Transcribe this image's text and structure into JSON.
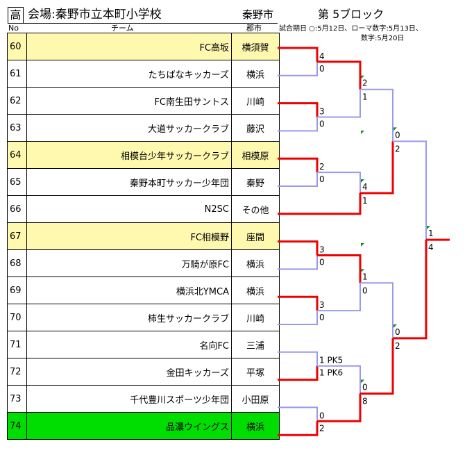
{
  "header": {
    "category": "高",
    "venue": "会場:秦野市立本町小学校",
    "city": "秦野市",
    "block": "第 5ブロック"
  },
  "columns": {
    "no": "No",
    "team": "チーム",
    "prefecture": "郡市"
  },
  "schedule_note": {
    "line1": "試合期日 ○:5月12日、ローマ数字:5月13日、",
    "line2": "数字:5月20日"
  },
  "colors": {
    "yellow_row": "#fff9b0",
    "green_row": "#00dd00",
    "winner_line": "#ee0000",
    "loser_line": "#9999ee"
  },
  "teams": [
    {
      "no": "60",
      "name": "FC高坂",
      "pref": "横須賀",
      "highlight": "yellow"
    },
    {
      "no": "61",
      "name": "たちばなキッカーズ",
      "pref": "横浜",
      "highlight": ""
    },
    {
      "no": "62",
      "name": "FC南生田サントス",
      "pref": "川崎",
      "highlight": ""
    },
    {
      "no": "63",
      "name": "大道サッカークラブ",
      "pref": "藤沢",
      "highlight": ""
    },
    {
      "no": "64",
      "name": "相模台少年サッカークラブ",
      "pref": "相模原",
      "highlight": "yellow"
    },
    {
      "no": "65",
      "name": "秦野本町サッカー少年団",
      "pref": "秦野",
      "highlight": ""
    },
    {
      "no": "66",
      "name": "N2SC",
      "pref": "その他",
      "highlight": ""
    },
    {
      "no": "67",
      "name": "FC相模野",
      "pref": "座間",
      "highlight": "yellow"
    },
    {
      "no": "68",
      "name": "万騎が原FC",
      "pref": "横浜",
      "highlight": ""
    },
    {
      "no": "69",
      "name": "横浜北YMCA",
      "pref": "横浜",
      "highlight": ""
    },
    {
      "no": "70",
      "name": "柿生サッカークラブ",
      "pref": "川崎",
      "highlight": ""
    },
    {
      "no": "71",
      "name": "名向FC",
      "pref": "三浦",
      "highlight": ""
    },
    {
      "no": "72",
      "name": "金田キッカーズ",
      "pref": "平塚",
      "highlight": ""
    },
    {
      "no": "73",
      "name": "千代豊川スポーツ少年団",
      "pref": "小田原",
      "highlight": ""
    },
    {
      "no": "74",
      "name": "品濃ウイングス",
      "pref": "横浜",
      "highlight": "green"
    }
  ],
  "scores": {
    "m60_61": [
      "4",
      "0"
    ],
    "m62_63": [
      "3",
      "0"
    ],
    "m64_65": [
      "2",
      "0"
    ],
    "m67_68": [
      "3",
      "0"
    ],
    "m69_70": [
      "3",
      "0"
    ],
    "m71_72": [
      "1 PK5",
      "1 PK6"
    ],
    "m73_74": [
      "0",
      "2"
    ],
    "r2_top": [
      "2",
      "1"
    ],
    "r2_mid": [
      "4",
      "1"
    ],
    "r2_low": [
      "1",
      "0"
    ],
    "r2_bot": [
      "0",
      "8"
    ],
    "r3_top": [
      "0",
      "2"
    ],
    "r3_bot": [
      "0",
      "2"
    ],
    "final": [
      "1",
      "4"
    ]
  }
}
